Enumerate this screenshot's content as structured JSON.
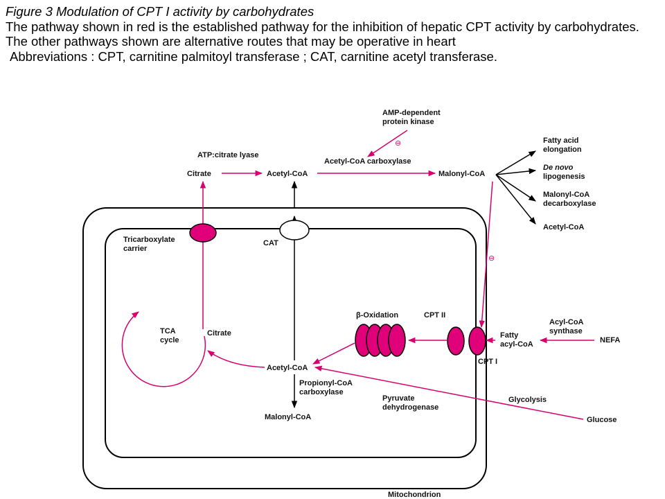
{
  "caption": {
    "title": "Figure 3 Modulation of CPT I activity by carbohydrates",
    "body": "The pathway shown in red is the established pathway for the inhibition of hepatic CPT activity by carbohydrates. The other pathways shown are alternative routes that may be operative in heart",
    "abbreviations": "Abbreviations : CPT, carnitine palmitoyl transferase ; CAT, carnitine acetyl transferase."
  },
  "labels": {
    "amp_kinase_1": "AMP-dependent",
    "amp_kinase_2": "protein kinase",
    "atp_citrate_lyase": "ATP:citrate lyase",
    "citrate_top": "Citrate",
    "acetyl_coa_top": "Acetyl-CoA",
    "acc": "Acetyl-CoA carboxylase",
    "malonyl_coa_top": "Malonyl-CoA",
    "fatty_acid_1": "Fatty acid",
    "fatty_acid_2": "elongation",
    "de_novo_1": "De novo",
    "de_novo_2": "lipogenesis",
    "mcd_1": "Malonyl-CoA",
    "mcd_2": "decarboxylase",
    "acetyl_coa_right": "Acetyl-CoA",
    "tricarb_1": "Tricarboxylate",
    "tricarb_2": "carrier",
    "cat": "CAT",
    "beta_ox": "β-Oxidation",
    "cpt2": "CPT II",
    "tca_1": "TCA",
    "tca_2": "cycle",
    "citrate_inner": "Citrate",
    "fatty_acyl_1": "Fatty",
    "fatty_acyl_2": "acyl-CoA",
    "cpt1": "CPT I",
    "acs_1": "Acyl-CoA",
    "acs_2": "synthase",
    "nefa": "NEFA",
    "acetyl_coa_inner": "Acetyl-CoA",
    "pcc_1": "Propionyl-CoA",
    "pcc_2": "carboxylase",
    "pdh_1": "Pyruvate",
    "pdh_2": "dehydrogenase",
    "glycolysis": "Glycolysis",
    "glucose": "Glucose",
    "malonyl_coa_inner": "Malonyl-CoA",
    "mitochondrion": "Mitochondrion",
    "inhibit_1": "⊖",
    "inhibit_2": "⊖"
  },
  "colors": {
    "established_pathway": "#d6006e",
    "other_pathway": "#000000",
    "carrier_fill": "#e0007a"
  }
}
